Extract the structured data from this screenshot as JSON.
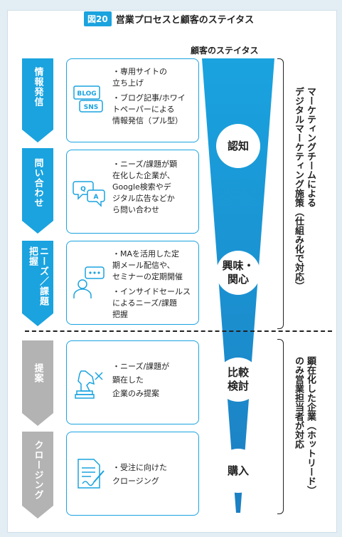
{
  "header": {
    "figure_label": "図20",
    "title": "営業プロセスと顧客のステイタス"
  },
  "status_header": "顧客のステイタス",
  "stages": [
    {
      "arrow_label": "情報発信",
      "bullets": [
        "・専用サイトの\n立ち上げ",
        "・ブログ記事/ホワイ\nトペーパーによる\n情報発信（プル型）"
      ]
    },
    {
      "arrow_label": "問い合わせ",
      "bullets": [
        "・ニーズ/課題が顕\n在化した企業が、\nGoogle検索やデ\nジタル広告などか\nら問い合わせ"
      ]
    },
    {
      "arrow_label": "ニーズ／課題把握",
      "bullets": [
        "・MAを活用した定\n期メール配信や、\nセミナーの定期開催",
        "・インサイドセールス\nによるニーズ/課題\n把握"
      ]
    },
    {
      "arrow_label": "提案",
      "bullets": [
        "・ニーズ/課題が\n顕在した\n企業のみ提案"
      ]
    },
    {
      "arrow_label": "クロージング",
      "bullets": [
        "・受注に向けた\nクロージング"
      ]
    }
  ],
  "icons": {
    "blog_line1": "BLOG",
    "blog_line2": "SNS",
    "q": "Q",
    "a": "A"
  },
  "statuses": [
    "認知",
    "興味・\n関心",
    "比較\n検討",
    "購入"
  ],
  "side_labels": {
    "marketing": "マーケティングチームによる\nデジタルマーケティング施策（仕組み化で対応）",
    "sales": "顕在化した企業（ホットリード）\nのみ営業担当者が対応"
  },
  "colors": {
    "accent": "#1aa3df",
    "gray": "#b3b3b3",
    "background": "#e3edf4"
  }
}
